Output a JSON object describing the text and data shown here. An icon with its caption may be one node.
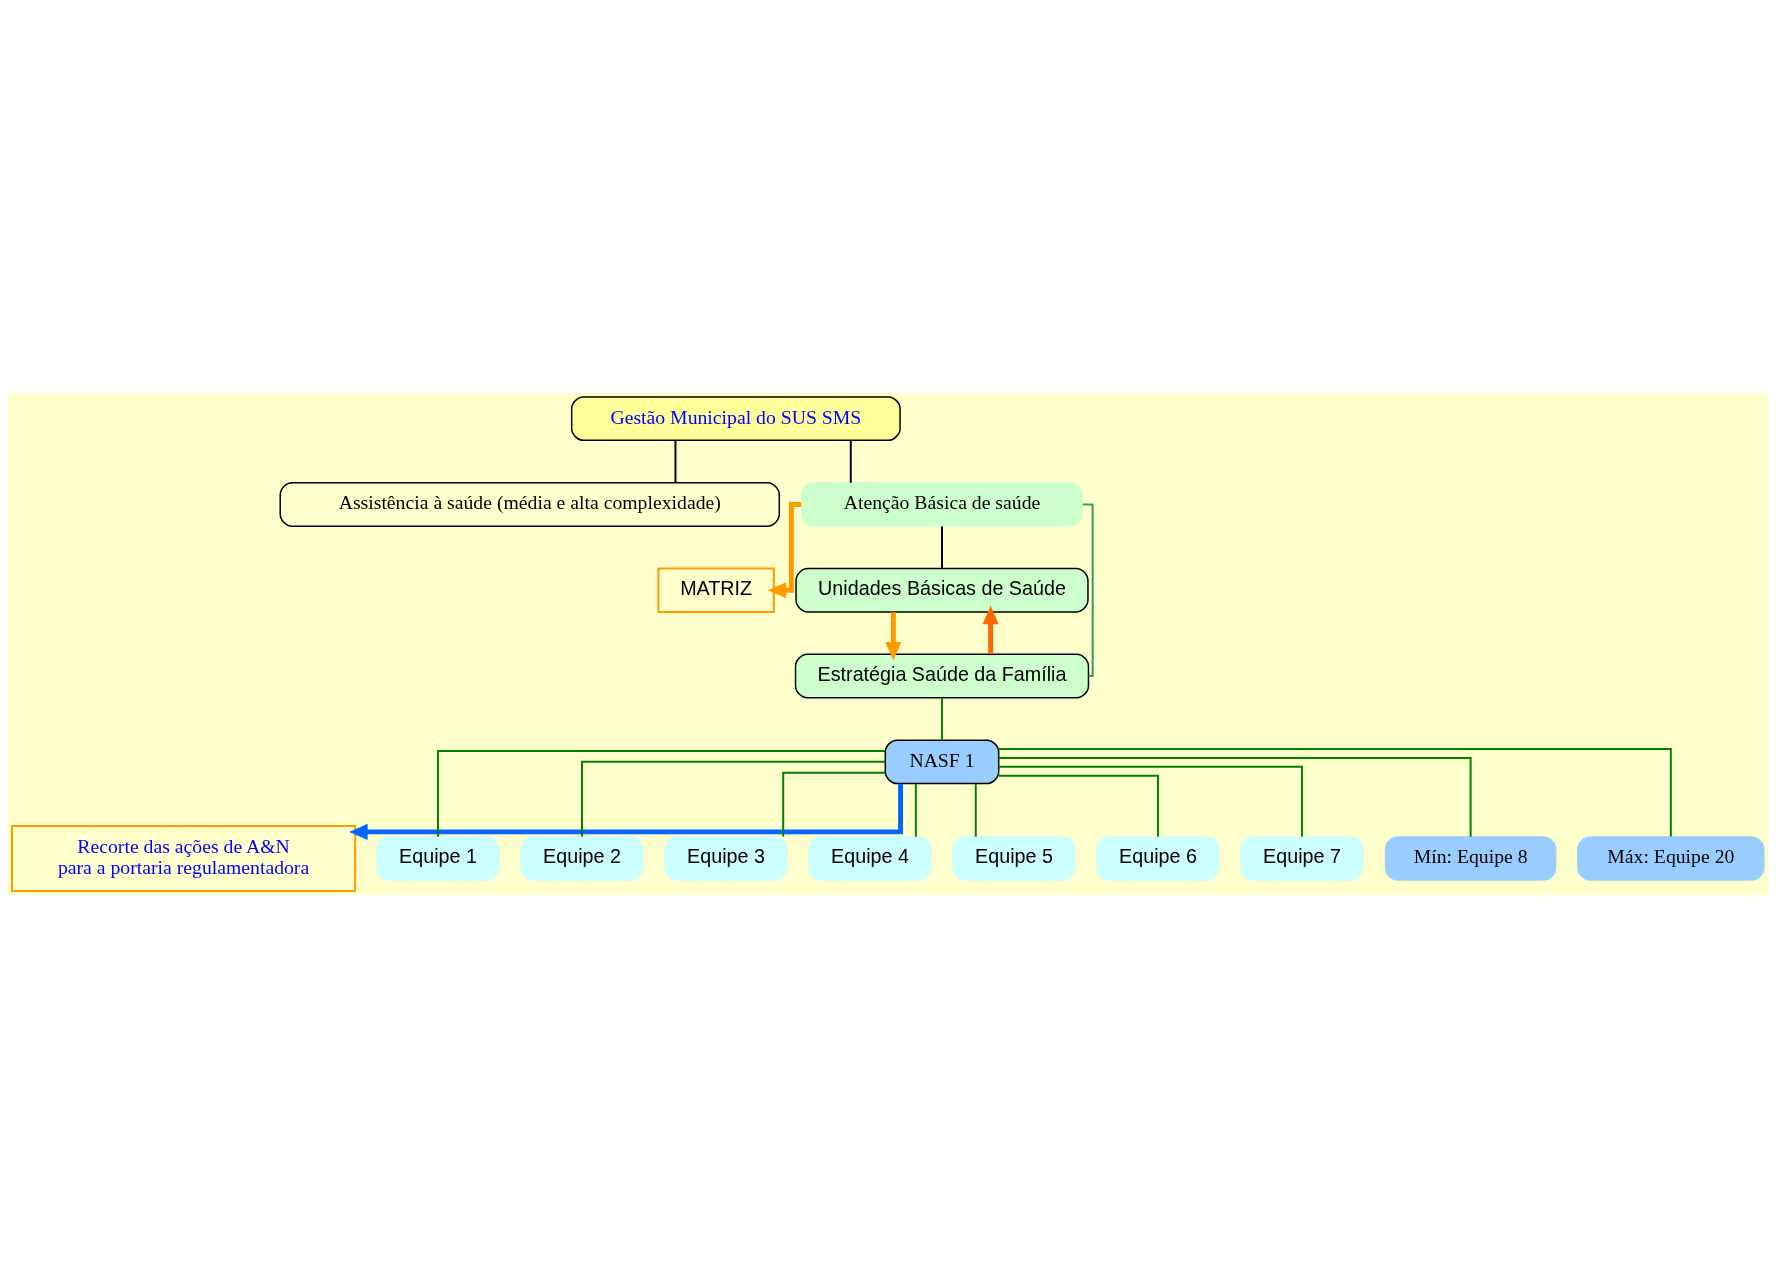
{
  "diagram": {
    "nodes": [
      {
        "text": [
          "Gestão Municipal do SUS SMS"
        ]
      },
      {
        "text": [
          "Assistência à saúde (média e alta complexidade)"
        ]
      },
      {
        "text": [
          "Atenção Básica de saúde"
        ]
      },
      {
        "text": [
          "MATRIZ"
        ]
      },
      {
        "text": [
          "Unidades Básicas de Saúde"
        ]
      },
      {
        "text": [
          "Estratégia Saúde da Família"
        ]
      },
      {
        "text": [
          "NASF 1"
        ]
      },
      {
        "text": [
          "Recorte das ações de A&N para a portaria regulamentadora"
        ]
      },
      {
        "text": [
          "Equipe 1"
        ]
      },
      {
        "text": [
          "Equipe 2"
        ]
      },
      {
        "text": [
          "Equipe 3"
        ]
      },
      {
        "text": [
          "Equipe 4"
        ]
      },
      {
        "text": [
          "Equipe 5"
        ]
      },
      {
        "text": [
          "Equipe 6"
        ]
      },
      {
        "text": [
          "Equipe 7"
        ]
      },
      {
        "text": [
          "Mín: Equipe 8"
        ]
      },
      {
        "text": [
          "Máx: Equipe 20"
        ]
      }
    ],
    "edges": [
      {
        "from": 0,
        "to": 1,
        "arrow": "none",
        "color": "#000000"
      },
      {
        "from": 0,
        "to": 2,
        "arrow": "none",
        "color": "#000000"
      },
      {
        "from": 2,
        "to": 3,
        "arrow": "to",
        "style": "thick",
        "color": "#ff9900"
      },
      {
        "from": 2,
        "to": 4,
        "arrow": "none",
        "color": "#000000"
      },
      {
        "from": 2,
        "to": 5,
        "arrow": "none",
        "color": "#339966"
      },
      {
        "from": 4,
        "to": 5,
        "arrow": "to",
        "style": "thick",
        "color": "#ff9900"
      },
      {
        "from": 5,
        "to": 4,
        "arrow": "to",
        "style": "thick",
        "color": "#ff6600"
      },
      {
        "from": 5,
        "to": 6,
        "arrow": "none"
      },
      {
        "from": 6,
        "to": 7,
        "arrow": "to",
        "style": "thick",
        "color": "#0066ff"
      },
      {
        "from": 6,
        "to": 8,
        "arrow": "none"
      },
      {
        "from": 6,
        "to": 9,
        "arrow": "none"
      },
      {
        "from": 6,
        "to": 10,
        "arrow": "none"
      },
      {
        "from": 6,
        "to": 11,
        "arrow": "none"
      },
      {
        "from": 6,
        "to": 12,
        "arrow": "none"
      },
      {
        "from": 6,
        "to": 13,
        "arrow": "none"
      },
      {
        "from": 6,
        "to": 14,
        "arrow": "none"
      },
      {
        "from": 6,
        "to": 15,
        "arrow": "none"
      },
      {
        "from": 6,
        "to": 16,
        "arrow": "none"
      }
    ]
  }
}
